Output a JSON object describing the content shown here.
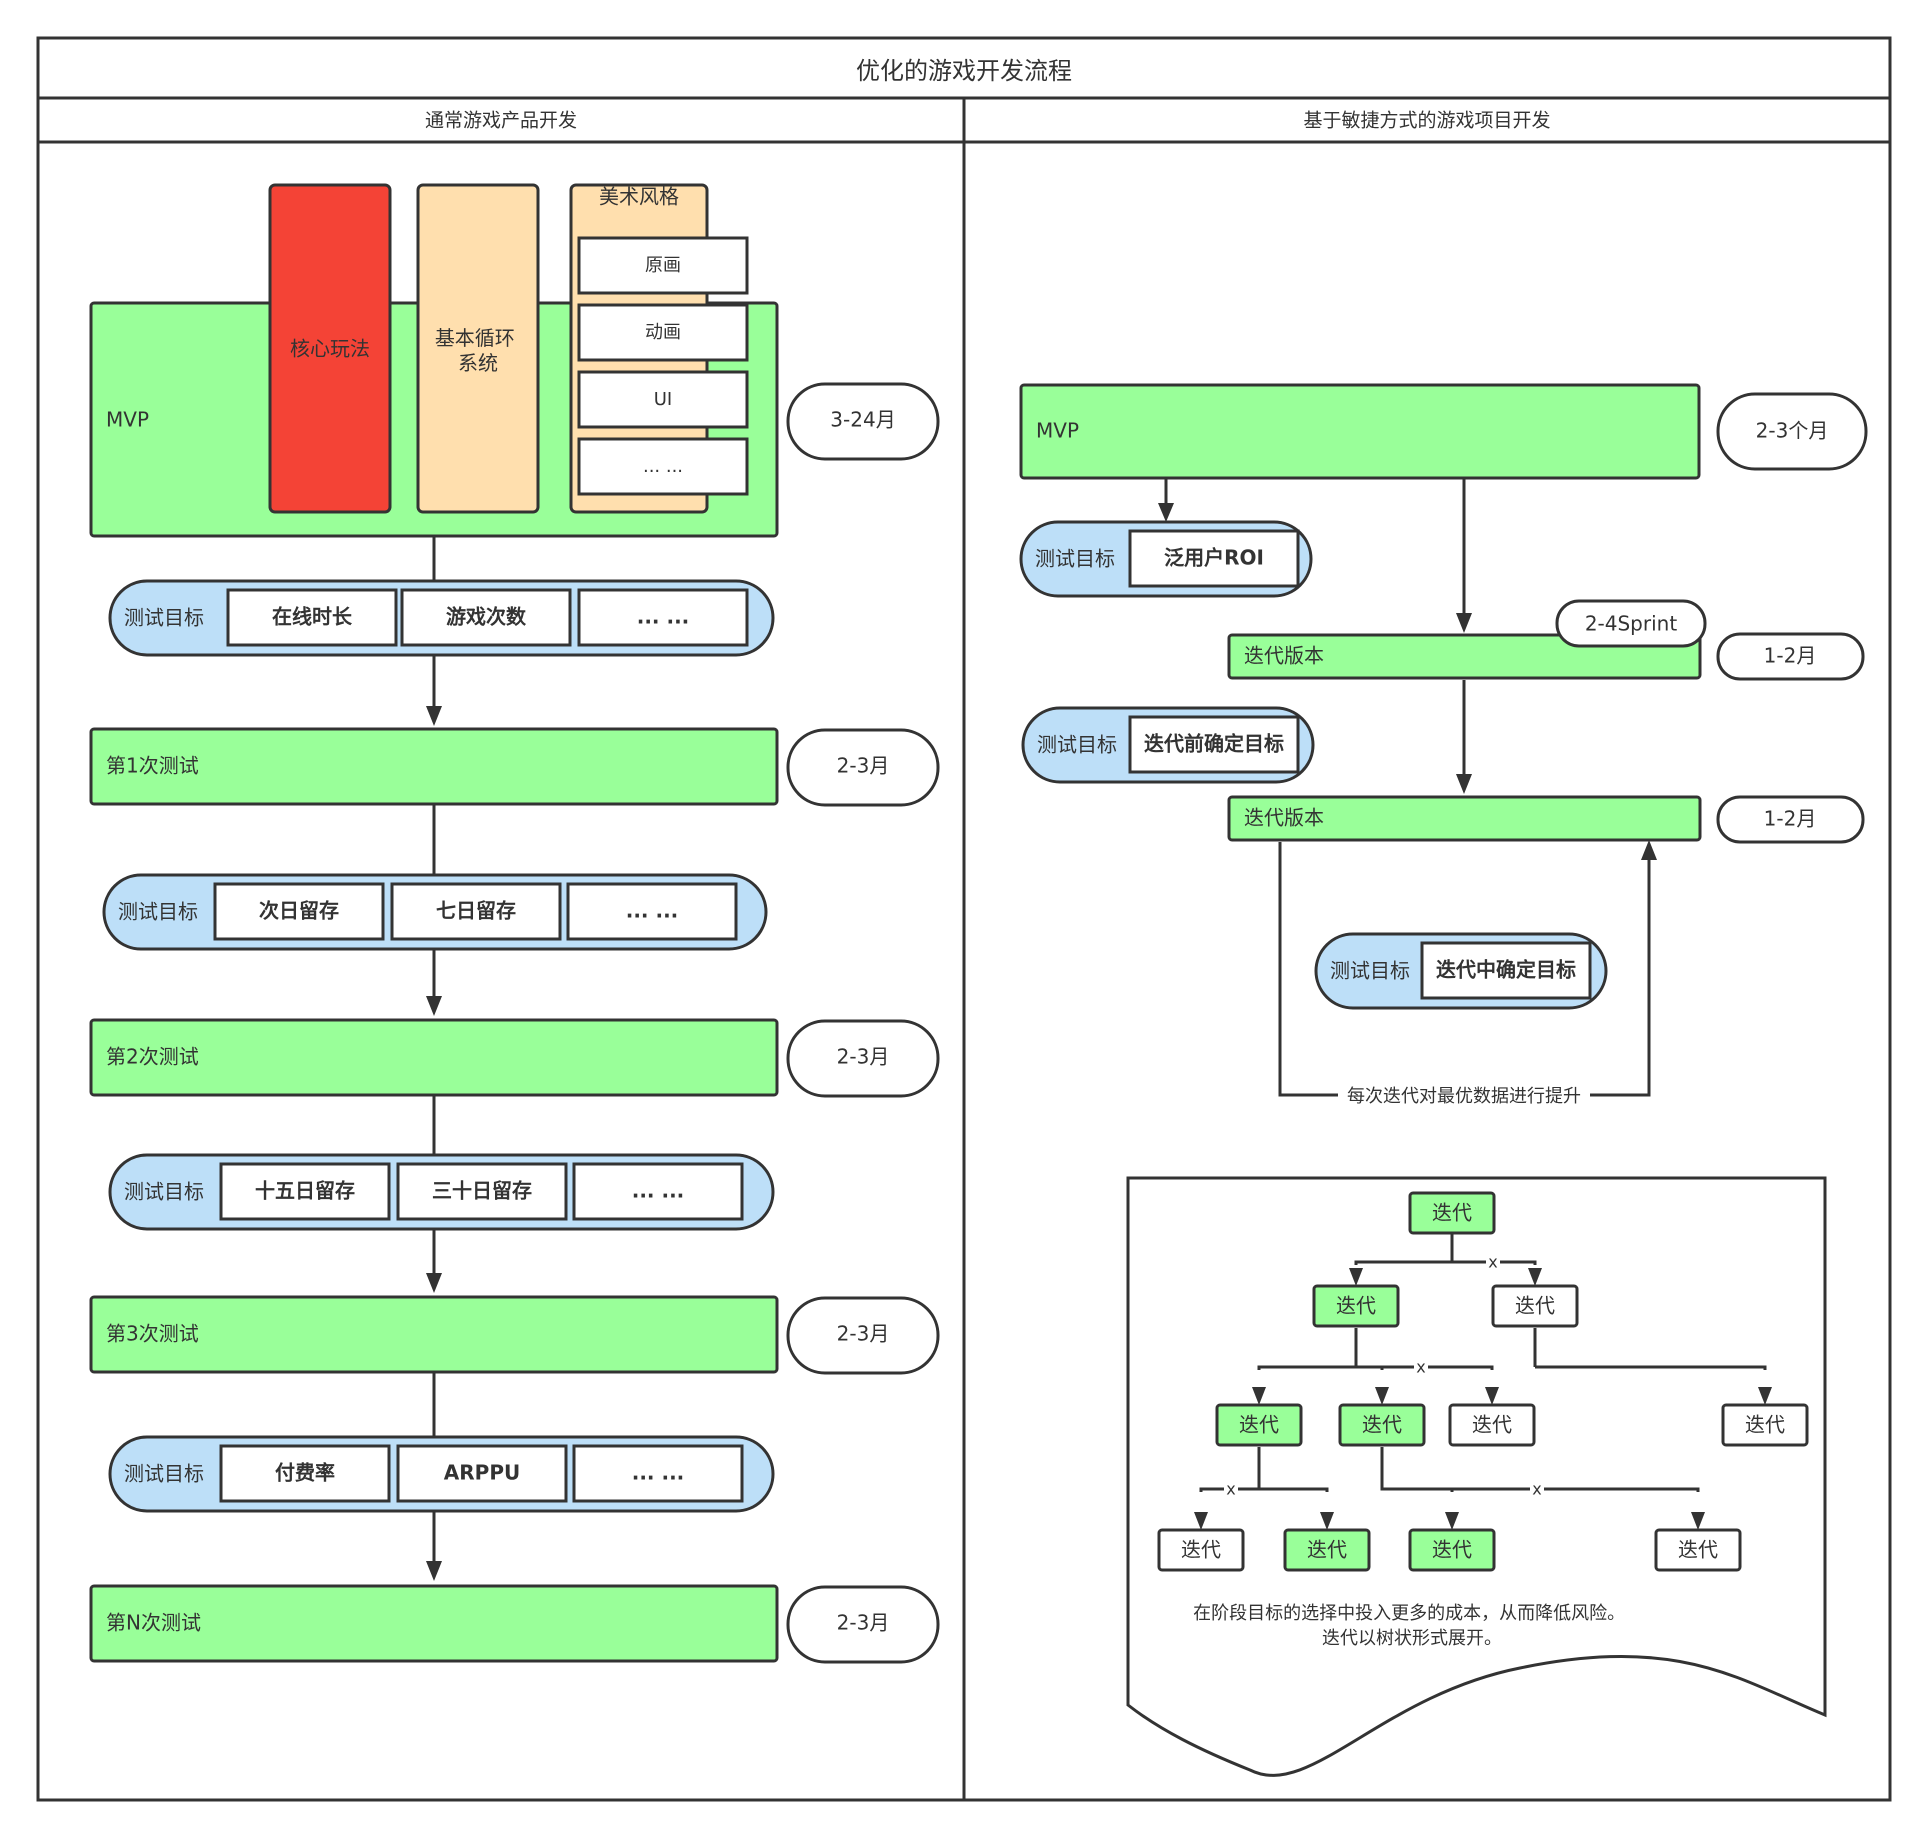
{
  "title": "优化的游戏开发流程",
  "left": {
    "header": "通常游戏产品开发",
    "mvp": "MVP",
    "core_gameplay": "核心玩法",
    "basic_loop": "基本循环\n系统",
    "art_style": {
      "label": "美术风格",
      "items": [
        "原画",
        "动画",
        "UI",
        "... ..."
      ]
    },
    "mvp_duration": "3-24月",
    "goal_label": "测试目标",
    "goal_groups": [
      [
        "在线时长",
        "游戏次数",
        "... ..."
      ],
      [
        "次日留存",
        "七日留存",
        "... ..."
      ],
      [
        "十五日留存",
        "三十日留存",
        "... ..."
      ],
      [
        "付费率",
        "ARPPU",
        "... ..."
      ]
    ],
    "tests": [
      {
        "label": "第1次测试",
        "duration": "2-3月"
      },
      {
        "label": "第2次测试",
        "duration": "2-3月"
      },
      {
        "label": "第3次测试",
        "duration": "2-3月"
      },
      {
        "label": "第N次测试",
        "duration": "2-3月"
      }
    ]
  },
  "right": {
    "header": "基于敏捷方式的游戏项目开发",
    "mvp": "MVP",
    "mvp_duration": "2-3个月",
    "goal_label": "测试目标",
    "goals": [
      "泛用户ROI",
      "迭代前确定目标",
      "迭代中确定目标"
    ],
    "sprint": "2-4Sprint",
    "iteration": "迭代版本",
    "iteration_duration": "1-2月",
    "loop_label": "每次迭代对最优数据进行提升",
    "tree": {
      "node": "迭代",
      "cut": "x",
      "note": [
        "在阶段目标的选择中投入更多的成本，从而降低风险。",
        "迭代以树状形式展开。"
      ]
    }
  },
  "colors": {
    "green": "#99ff99",
    "blue": "#bddff8",
    "red": "#f44336",
    "peach": "#ffdfae",
    "stroke": "#333333"
  }
}
